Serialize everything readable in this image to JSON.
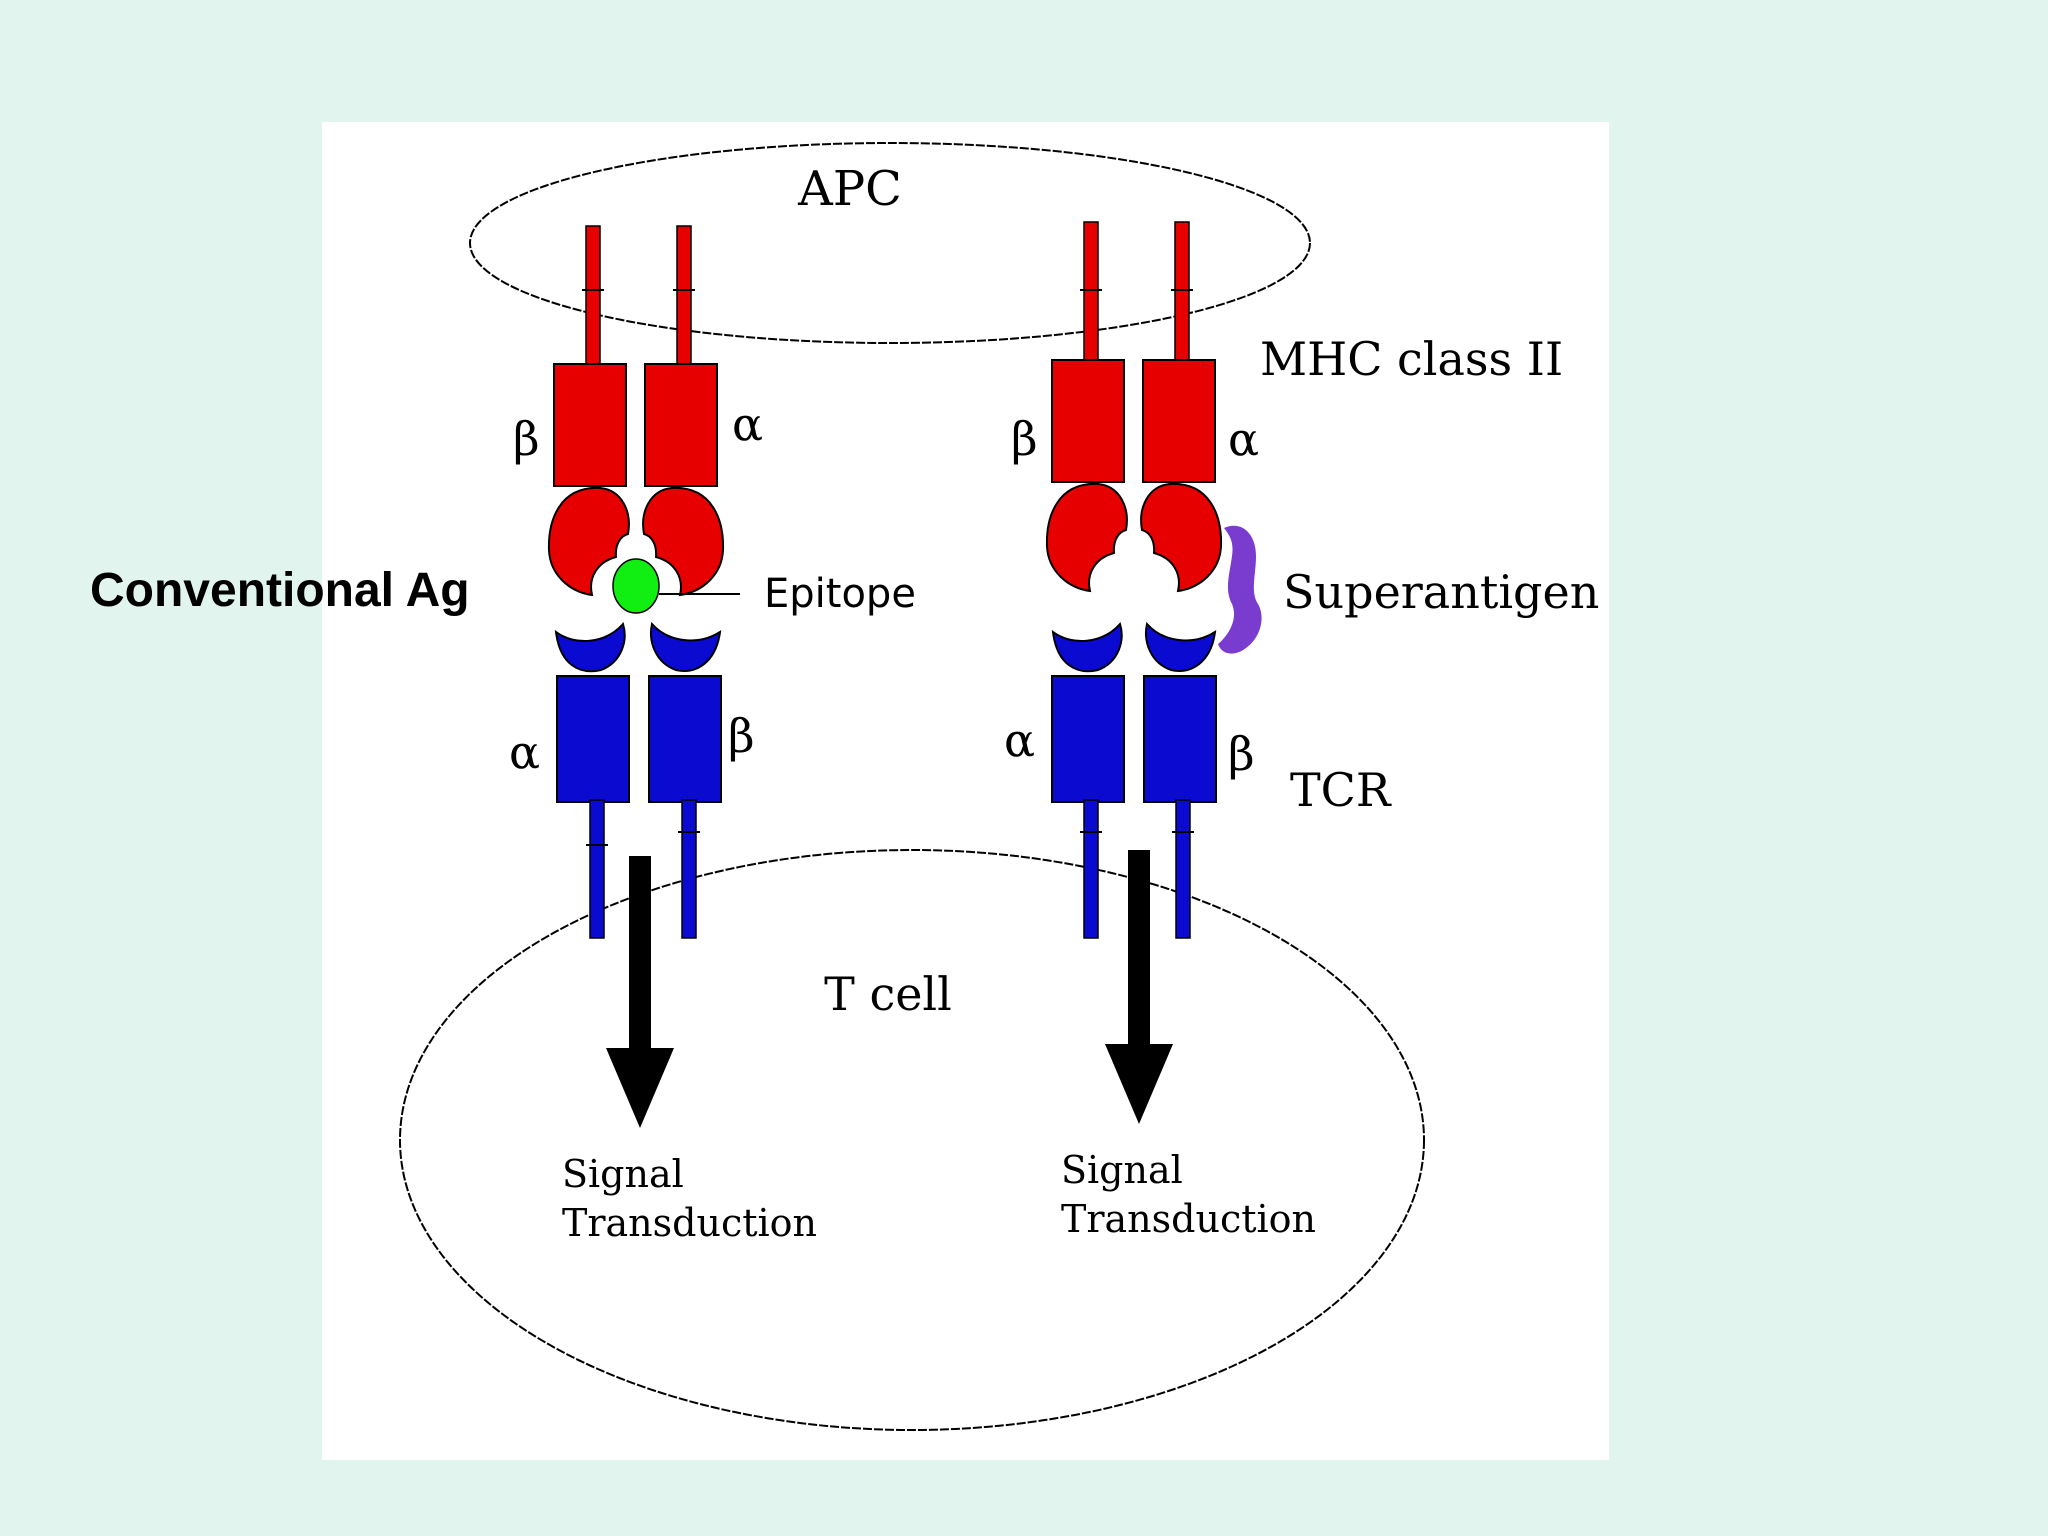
{
  "slide": {
    "background_color": "#e1f5ee",
    "caption": "Conventional Ag"
  },
  "diagram": {
    "colors": {
      "mhc": "#e60000",
      "tcr": "#0a0ad0",
      "epitope": "#11ee11",
      "superantigen": "#7a3ccf",
      "panel": "#ffffff",
      "outline": "#000000"
    },
    "labels": {
      "apc": "APC",
      "mhc_class_ii": "MHC class II",
      "tcr": "TCR",
      "t_cell": "T cell",
      "epitope": "Epitope",
      "superantigen": "Superantigen",
      "left_mhc_beta": "β",
      "left_mhc_alpha": "α",
      "right_mhc_beta": "β",
      "right_mhc_alpha": "α",
      "left_tcr_alpha": "α",
      "left_tcr_beta": "β",
      "right_tcr_alpha": "α",
      "right_tcr_beta": "β",
      "signal_left_line1": "Signal",
      "signal_left_line2": "Transduction",
      "signal_right_line1": "Signal",
      "signal_right_line2": "Transduction"
    }
  }
}
